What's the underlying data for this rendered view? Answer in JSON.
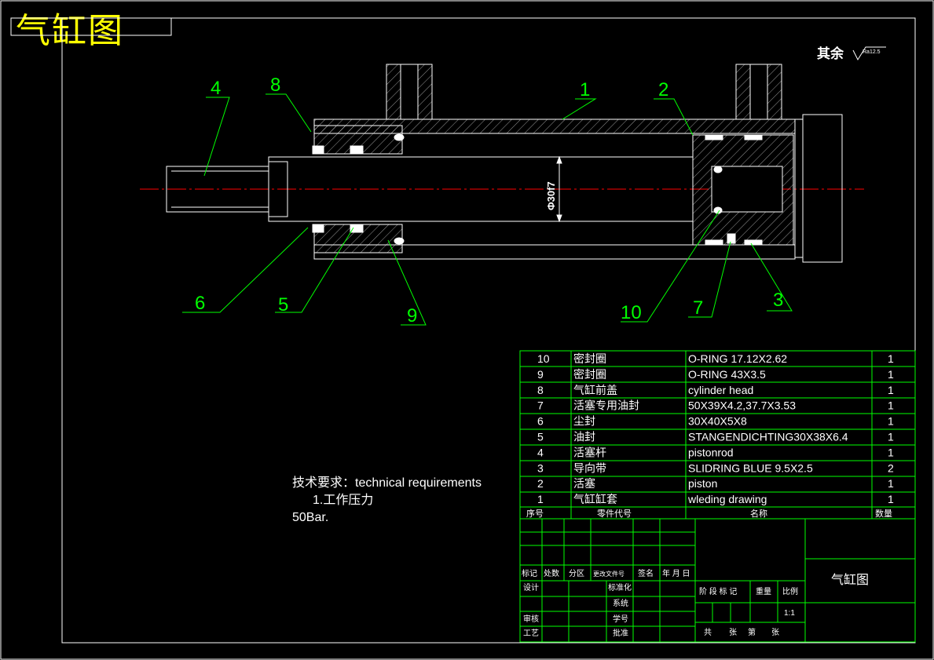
{
  "title": "气缸图",
  "roughness_note": "其余",
  "roughness_symbol_value": "Ra12.5",
  "diameter_label": "Φ30f7",
  "callouts": [
    {
      "num": "1"
    },
    {
      "num": "2"
    },
    {
      "num": "3"
    },
    {
      "num": "4"
    },
    {
      "num": "5"
    },
    {
      "num": "6"
    },
    {
      "num": "7"
    },
    {
      "num": "8"
    },
    {
      "num": "9"
    },
    {
      "num": "10"
    }
  ],
  "tech_req": {
    "heading": "技术要求：technical requirements",
    "line1": "1.工作压力",
    "line2": "50Bar."
  },
  "parts_table": {
    "header": {
      "no": "序号",
      "code": "零件代号",
      "name": "名称",
      "qty": "数量"
    },
    "rows": [
      {
        "no": "10",
        "cn": "密封圈",
        "en": "O-RING 17.12X2.62",
        "qty": "1"
      },
      {
        "no": "9",
        "cn": "密封圈",
        "en": "O-RING 43X3.5",
        "qty": "1"
      },
      {
        "no": "8",
        "cn": "气缸前盖",
        "en": "cylinder head",
        "qty": "1"
      },
      {
        "no": "7",
        "cn": "活塞专用油封",
        "en": "50X39X4.2,37.7X3.53",
        "qty": "1"
      },
      {
        "no": "6",
        "cn": "尘封",
        "en": "30X40X5X8",
        "qty": "1"
      },
      {
        "no": "5",
        "cn": "油封",
        "en": "STANGENDICHTING30X38X6.4",
        "qty": "1"
      },
      {
        "no": "4",
        "cn": "活塞杆",
        "en": "pistonrod",
        "qty": "1"
      },
      {
        "no": "3",
        "cn": "导向带",
        "en": "SLIDRING BLUE 9.5X2.5",
        "qty": "2"
      },
      {
        "no": "2",
        "cn": "活塞",
        "en": "piston",
        "qty": "1"
      },
      {
        "no": "1",
        "cn": "气缸缸套",
        "en": "wleding drawing",
        "qty": "1"
      }
    ]
  },
  "title_block": {
    "drawing_name": "气缸图",
    "labels": {
      "biaoji": "标记",
      "chushu": "处数",
      "fenqu": "分区",
      "gengai": "更改文件号",
      "qianming": "签名",
      "nianyueri": "年 月 日",
      "sheji": "设计",
      "biaozhunhua": "标准化",
      "xitong": "系统",
      "shenhe": "审核",
      "xuehao": "学号",
      "gongyi": "工艺",
      "pizhun": "批准",
      "jieduan": "阶 段 标 记",
      "zhongliang": "重量",
      "bili": "比例",
      "scale_value": "1:1",
      "gong": "共",
      "zhang1": "张",
      "di": "第",
      "zhang2": "张"
    }
  },
  "colors": {
    "background": "#000000",
    "line": "#ffffff",
    "leader": "#00ff00",
    "center": "#ff0000",
    "title": "#ffff00",
    "table": "#00ff00"
  }
}
